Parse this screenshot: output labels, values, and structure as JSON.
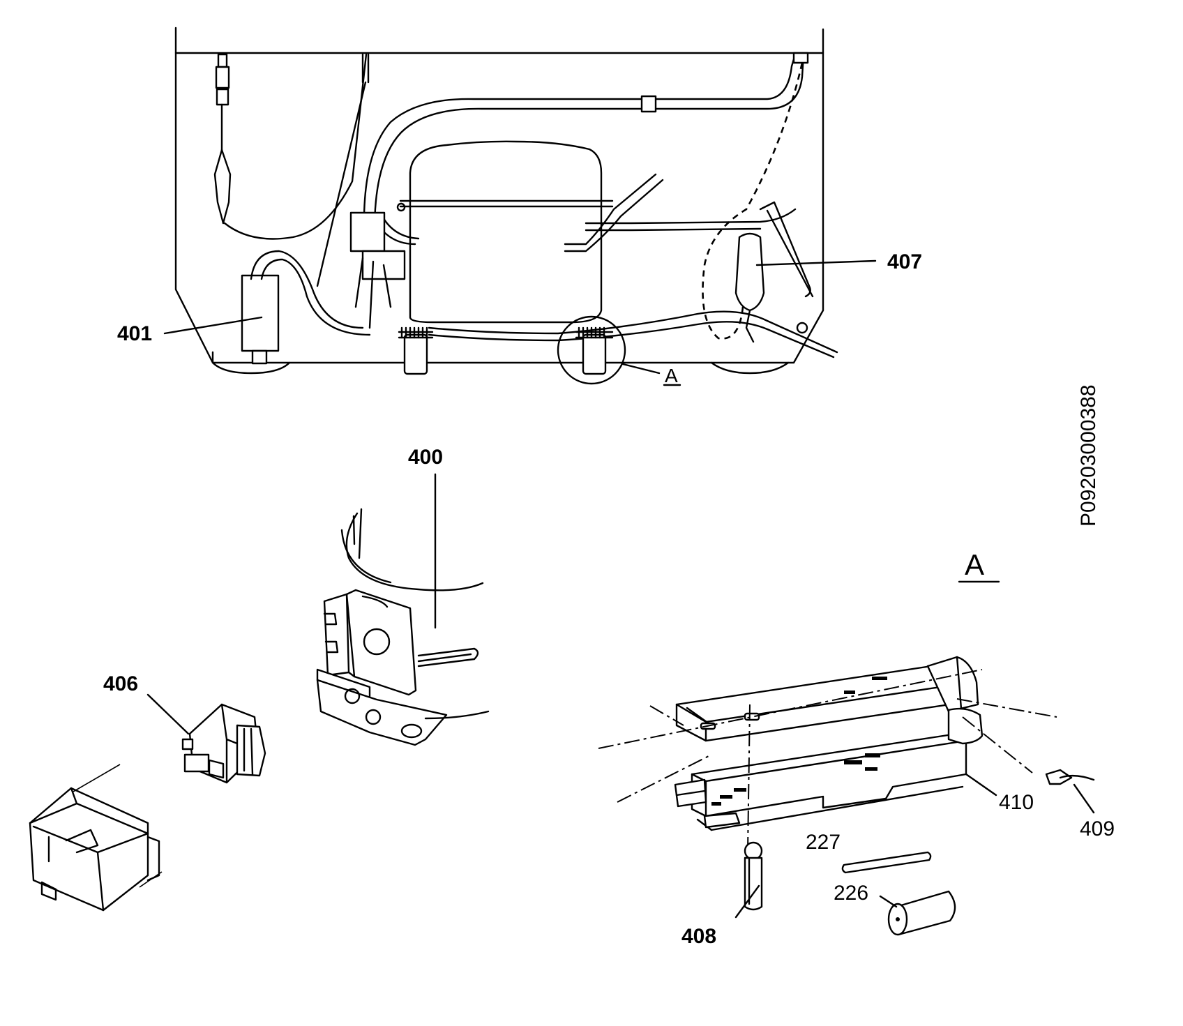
{
  "document_code": "P09203000388",
  "detail_marker": "A",
  "detail_title": "A",
  "part_labels": {
    "p400": "400",
    "p401": "401",
    "p406": "406",
    "p407": "407",
    "p408": "408",
    "p409": "409",
    "p410": "410",
    "p226": "226",
    "p227": "227"
  }
}
